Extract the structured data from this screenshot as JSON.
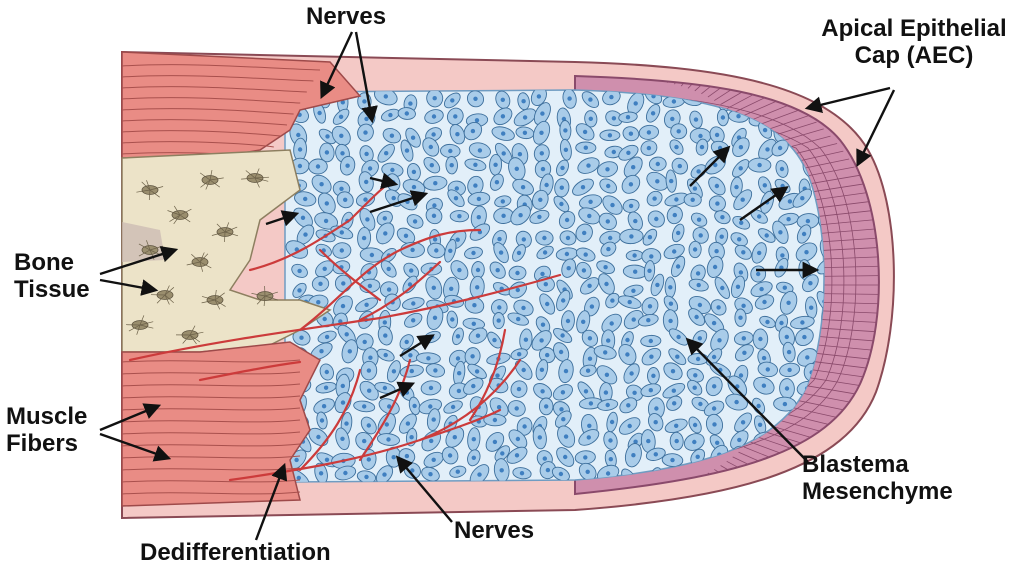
{
  "labels": {
    "nerves_top": "Nerves",
    "aec_line1": "Apical Epithelial",
    "aec_line2": "Cap (AEC)",
    "bone_line1": "Bone",
    "bone_line2": "Tissue",
    "muscle_line1": "Muscle",
    "muscle_line2": "Fibers",
    "blastema_line1": "Blastema",
    "blastema_line2": "Mesenchyme",
    "nerves_bottom": "Nerves",
    "dediff": "Dedifferentiation"
  },
  "colors": {
    "skin": "#f3c7c4",
    "muscle": "#e98c85",
    "bone": "#ece3c8",
    "blastema_bg": "#e2eff9",
    "cell_fill": "#a9cce9",
    "nucleus": "#3f7fc0",
    "aec": "#c77c9f",
    "nerve": "#cc3b3b",
    "text": "#111111"
  }
}
